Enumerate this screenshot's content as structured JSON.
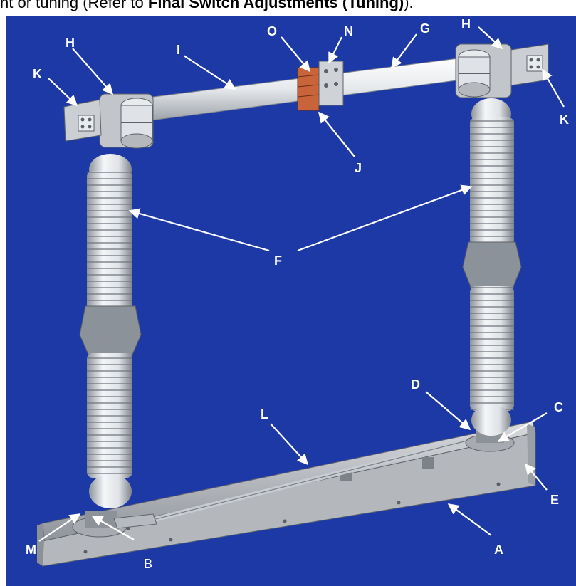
{
  "caption": {
    "lead": "nt or tuning (Refer to ",
    "bold": "Final Switch Adjustments (Tuning)",
    "tail": ")."
  },
  "labels": {
    "A": "A",
    "B": "B",
    "C": "C",
    "D": "D",
    "E": "E",
    "F": "F",
    "G": "G",
    "H1": "H",
    "H2": "H",
    "I": "I",
    "J": "J",
    "K1": "K",
    "K2": "K",
    "L": "L",
    "M": "M",
    "N": "N",
    "O": "O"
  },
  "colors": {
    "background": "#1c39a6",
    "insulator": "#e9ecef",
    "steel": "#b9bcc2",
    "copper": "#c9643a",
    "label": "#ffffff"
  }
}
